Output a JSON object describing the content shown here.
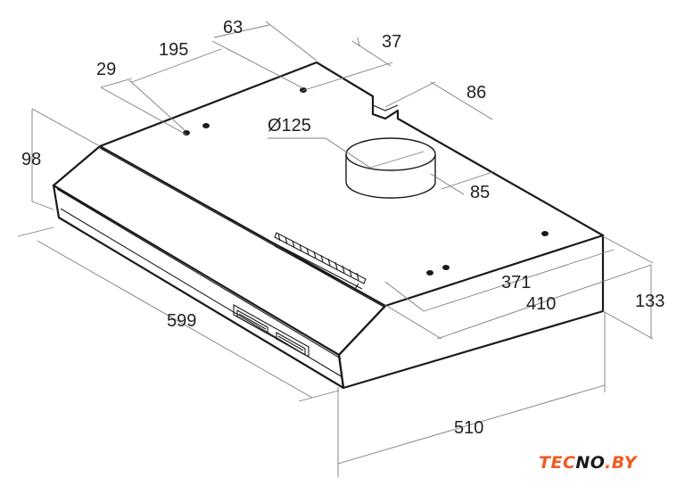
{
  "dimensions": {
    "d63": "63",
    "d37": "37",
    "d195": "195",
    "d29": "29",
    "d86": "86",
    "d125": "Ø125",
    "d85": "85",
    "d98": "98",
    "d599": "599",
    "d371": "371",
    "d410": "410",
    "d133": "133",
    "d510": "510"
  },
  "logo": {
    "part1": "TEC",
    "part2": "NO",
    "part3": ".BY",
    "brand_color": "#f05a22",
    "dark_color": "#1a1a1a"
  }
}
